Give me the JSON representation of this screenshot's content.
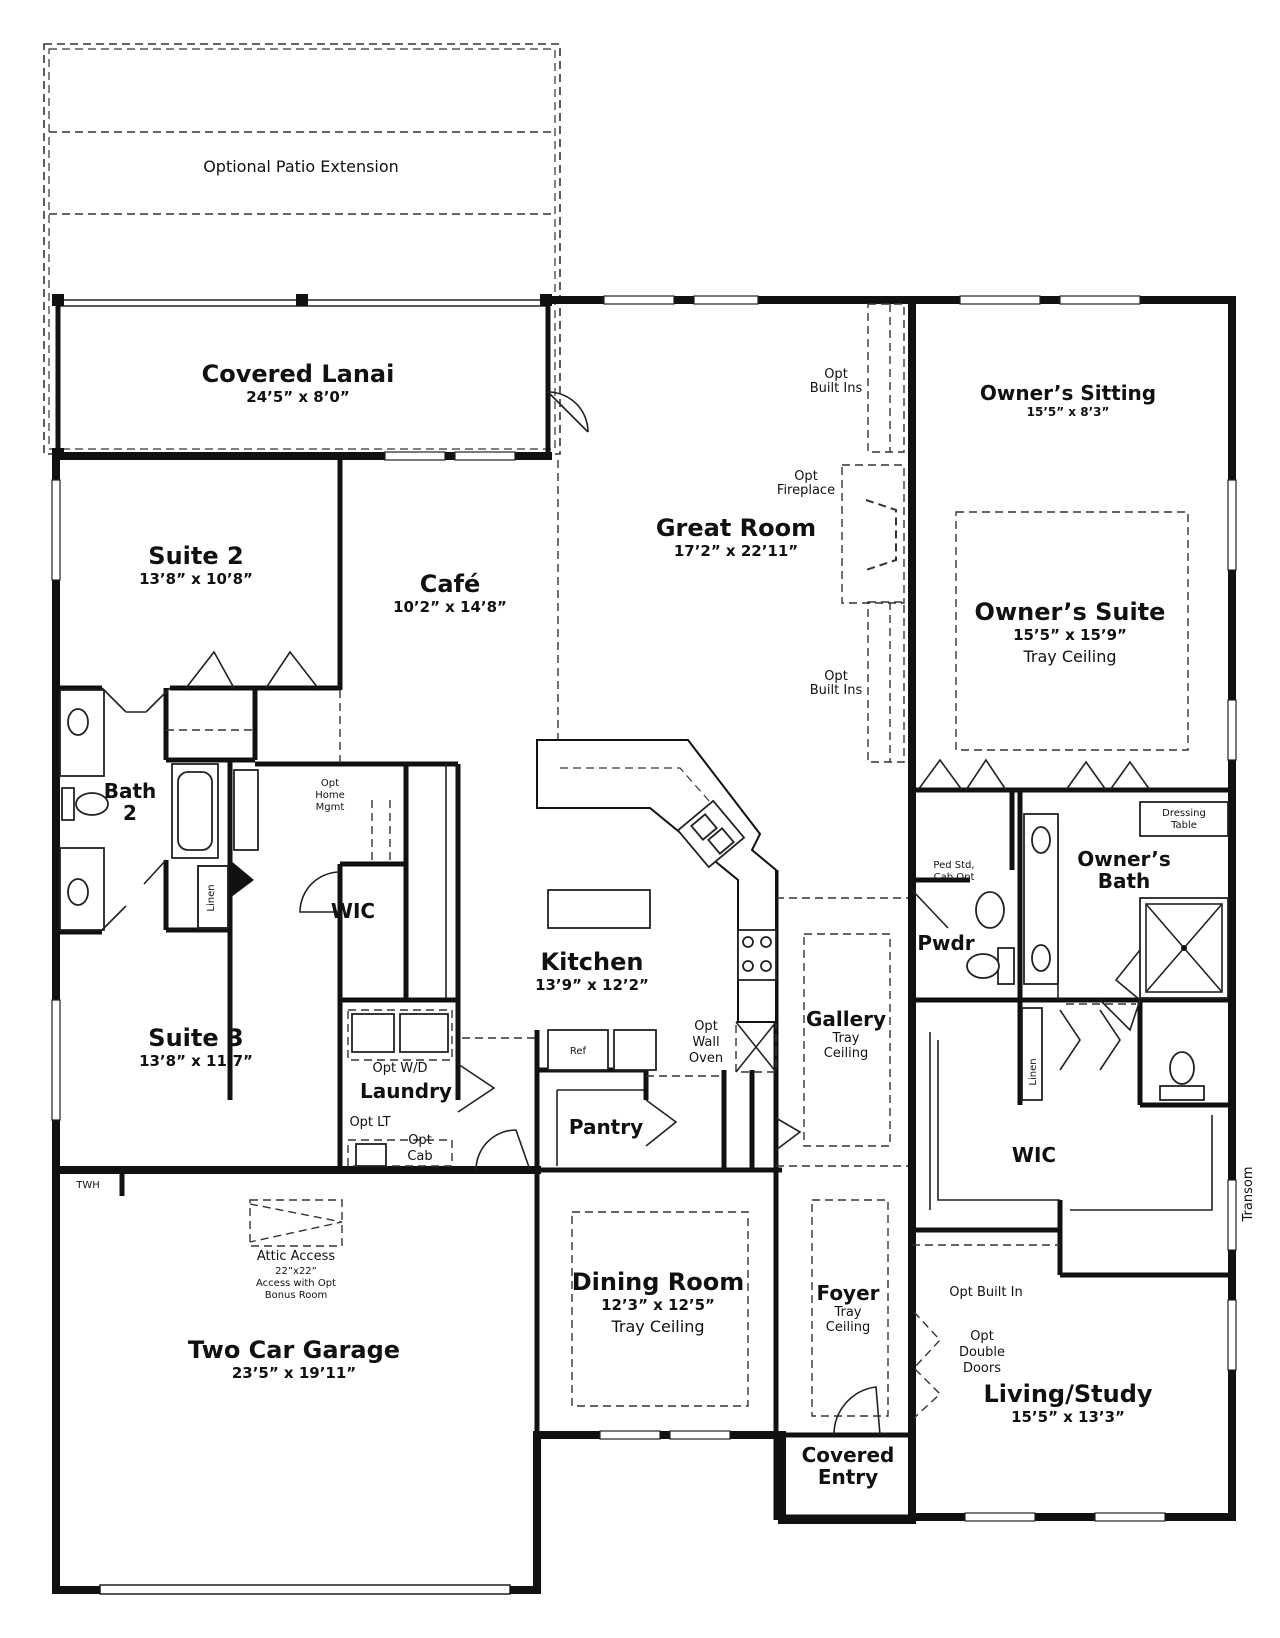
{
  "rooms": {
    "patio": {
      "name": "Optional Patio Extension"
    },
    "lanai": {
      "name": "Covered Lanai",
      "dim": "24’5” x 8’0”"
    },
    "great_room": {
      "name": "Great Room",
      "dim": "17’2” x 22’11”"
    },
    "owners_sitting": {
      "name": "Owner’s Sitting",
      "dim": "15’5” x 8’3”"
    },
    "owners_suite": {
      "name": "Owner’s Suite",
      "dim": "15’5” x 15’9”",
      "note": "Tray Ceiling"
    },
    "suite2": {
      "name": "Suite 2",
      "dim": "13’8” x 10’8”"
    },
    "cafe": {
      "name": "Café",
      "dim": "10’2” x 14’8”"
    },
    "bath2": {
      "name": "Bath",
      "line2": "2"
    },
    "wic_left": {
      "name": "WIC"
    },
    "kitchen": {
      "name": "Kitchen",
      "dim": "13’9” x 12’2”"
    },
    "owners_bath": {
      "name": "Owner’s",
      "line2": "Bath"
    },
    "pwdr": {
      "name": "Pwdr"
    },
    "suite3": {
      "name": "Suite 3",
      "dim": "13’8” x 11’7”"
    },
    "laundry": {
      "name": "Laundry"
    },
    "pantry": {
      "name": "Pantry"
    },
    "gallery": {
      "name": "Gallery",
      "note1": "Tray",
      "note2": "Ceiling"
    },
    "wic_right": {
      "name": "WIC"
    },
    "garage": {
      "name": "Two Car Garage",
      "dim": "23’5” x 19’11”"
    },
    "dining": {
      "name": "Dining Room",
      "dim": "12’3” x 12’5”",
      "note": "Tray Ceiling"
    },
    "foyer": {
      "name": "Foyer",
      "note1": "Tray",
      "note2": "Ceiling"
    },
    "living": {
      "name": "Living/Study",
      "dim": "15’5” x 13’3”"
    },
    "covered_entry": {
      "name": "Covered",
      "line2": "Entry"
    }
  },
  "notes": {
    "opt_builtins_top": [
      "Opt",
      "Built Ins"
    ],
    "opt_fireplace": [
      "Opt",
      "Fireplace"
    ],
    "opt_builtins_bottom": [
      "Opt",
      "Built Ins"
    ],
    "opt_home_mgmt": [
      "Opt",
      "Home",
      "Mgmt"
    ],
    "linen_left": "Linen",
    "dressing_table": [
      "Dressing",
      "Table"
    ],
    "ped_std": [
      "Ped Std,",
      "Cab Opt"
    ],
    "opt_wd": "Opt W/D",
    "ref": "Ref",
    "opt_wall_oven": [
      "Opt",
      "Wall",
      "Oven"
    ],
    "opt_lt": "Opt LT",
    "opt_cab": [
      "Opt",
      "Cab"
    ],
    "linen_right": "Linen",
    "transom": "Transom",
    "twh": "TWH",
    "attic_access": [
      "Attic Access",
      "22”x22”",
      "Access with Opt",
      "Bonus Room"
    ],
    "opt_built_in": "Opt Built In",
    "opt_double_doors": [
      "Opt",
      "Double",
      "Doors"
    ]
  }
}
